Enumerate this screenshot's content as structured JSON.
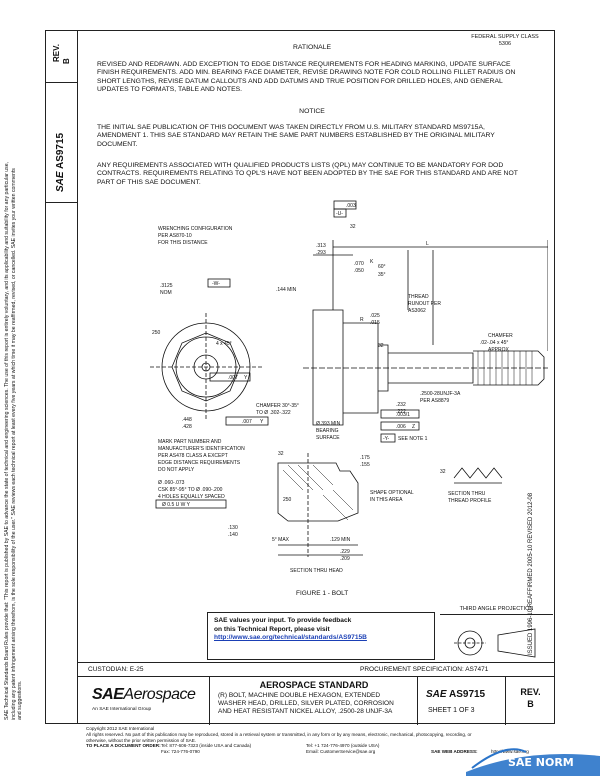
{
  "sidebar": {
    "rev_label": "REV.",
    "rev_value": "B",
    "doc_number": "AS9715",
    "sae_mark": "SAE",
    "legal_text": "SAE Technical Standards Board Rules provide that: \"This report is published by SAE to advance the state of technical and engineering sciences. The use of this report is entirely voluntary, and its applicability and suitability for any particular use, including any patent infringement arising therefrom, is the sole responsibility of the user.\" SAE reviews each technical report at least every five years at which time it may be reaffirmed, revised, or cancelled. SAE invites your written comments and suggestions."
  },
  "stamp": {
    "line1": "FEDERAL SUPPLY CLASS",
    "line2": "5306"
  },
  "rationale": {
    "heading": "RATIONALE",
    "body": "REVISED AND REDRAWN.  ADD EXCEPTION TO EDGE DISTANCE REQUIREMENTS FOR HEADING MARKING, UPDATE SURFACE FINISH REQUIREMENTS.  ADD MIN. BEARING FACE DIAMETER, REVISE DRAWING NOTE FOR COLD ROLLING FILLET RADIUS ON SHORT LENGTHS, REVISE DATUM CALLOUTS AND ADD DATUMS AND TRUE POSITION FOR DRILLED HOLES, AND GENERAL UPDATES TO FORMATS, TABLE AND NOTES."
  },
  "notice": {
    "heading": "NOTICE",
    "para1": "THE INITIAL SAE PUBLICATION OF THIS DOCUMENT WAS TAKEN DIRECTLY FROM U.S. MILITARY STANDARD MS9715A, AMENDMENT 1. THIS SAE STANDARD MAY RETAIN THE SAME PART NUMBERS ESTABLISHED BY THE ORIGINAL MILITARY DOCUMENT.",
    "para2": "ANY REQUIREMENTS ASSOCIATED WITH QUALIFIED PRODUCTS LISTS (QPL) MAY CONTINUE TO BE MANDATORY FOR DOD CONTRACTS. REQUIREMENTS RELATING TO QPL'S HAVE NOT BEEN ADOPTED BY THE SAE FOR THIS STANDARD AND ARE NOT PART OF THIS SAE DOCUMENT."
  },
  "side_notes": {
    "text": "ISSUED 1996-10     REAFFIRMED 2005-10     REVISED 2012-08"
  },
  "drawing": {
    "wrench": "WRENCHING CONFIGURATION",
    "wrench2": "PER AS870-10",
    "wrench3": "FOR THIS DISTANCE",
    "dim_313": ".313",
    "dim_293": ".293",
    "dim_L": "L",
    "dim_003": ".003",
    "datum_U": "-U-",
    "dim_32a": "32",
    "dim_070": ".070",
    "dim_050": ".050",
    "dim_K": "K",
    "dim_60": "60°",
    "dim_35": "35°",
    "thread": "THREAD",
    "thread2": "RUNOUT PER",
    "thread3": "AS3062",
    "dim_3125": ".3125",
    "nom": "NOM",
    "datum_W": "-W-",
    "min144": ".144 MIN",
    "dim_025": ".025",
    "dim_015": ".015",
    "R": "R",
    "chamfer": "CHAMFER",
    "chamfer2": ".02-.04 x 45°",
    "approx": "APPROX",
    "dim_250": "250",
    "deg45": "4 x 45°",
    "fc_007": ".007",
    "fc_Y": "Y",
    "dim_32b": "32",
    "thread_spec": ".2500-28UNJF-3A",
    "thread_spec2": "PER AS8879",
    "chamfer3": "CHAMFER 30°-35°",
    "chamfer4": "TO Ø .302-.322",
    "dim_448": ".448",
    "dim_428": ".428",
    "fc2_007": ".007",
    "fc2_Y": "Y",
    "dim_232": ".232",
    "dim_222": ".222",
    "bearing": "Ø.393 MIN",
    "bearing2": "BEARING",
    "bearing3": "SURFACE",
    "fc3": ".003/1",
    "fc4": ".006",
    "fc4z": "Z",
    "datum_Y": "-Y-",
    "see_note": "SEE NOTE 1",
    "mark1": "MARK PART NUMBER AND",
    "mark2": "MANUFACTURER'S IDENTIFICATION",
    "mark3": "PER AS478 CLASS A EXCEPT",
    "mark4": "EDGE DISTANCE REQUIREMENTS",
    "mark5": "DO NOT APPLY",
    "hole1": "Ø .060-.073",
    "hole2": "CSK 85°-95° TO Ø .090-.200",
    "hole3": "4 HOLES EQUALLY SPACED",
    "hole_fc": "Ø 0.5  U  W  Y",
    "dim_32c": "32",
    "dim_175": ".175",
    "dim_155": ".155",
    "shape1": "SHAPE OPTIONAL",
    "shape2": "IN THIS AREA",
    "section_thru": "SECTION THRU",
    "thread_prof": "THREAD PROFILE",
    "dim_250b": "250",
    "dim_130": ".130",
    "dim_140": ".140",
    "dim_5max": "5° MAX",
    "dim_129min": ".129 MIN",
    "dim_229": ".229",
    "dim_209": ".209",
    "section_head": "SECTION THRU HEAD",
    "figure": "FIGURE 1 - BOLT"
  },
  "feedback": {
    "line1": "SAE values your input. To provide feedback",
    "line2": "on this Technical Report, please visit",
    "url": "http://www.sae.org/technical/standards/AS9715B"
  },
  "third_angle": "THIRD ANGLE PROJECTION",
  "custodian": "CUSTODIAN: E-25",
  "procurement": "PROCUREMENT SPECIFICATION: AS7471",
  "title": {
    "brand_sae": "SAE",
    "brand_aero": "Aerospace",
    "brand_sub": "An SAE International Group",
    "standard": "AEROSPACE STANDARD",
    "desc1": "(R) BOLT, MACHINE DOUBLE HEXAGON, EXTENDED",
    "desc2": "WASHER HEAD, DRILLED, SILVER PLATED, CORROSION",
    "desc3": "AND HEAT  RESISTANT NICKEL ALLOY, .2500-28 UNJF-3A",
    "doc_sae": "SAE",
    "doc_num": "AS9715",
    "sheet": "SHEET 1 OF 3",
    "rev_label": "REV.",
    "rev_value": "B"
  },
  "footer": {
    "copyright": "Copyright 2012 SAE International",
    "rights": "All rights reserved. No part of this publication may be reproduced, stored in a retrieval system or transmitted, in any form or by any means, electronic, mechanical, photocopying, recording, or otherwise, without the prior written permission of SAE.",
    "order": "TO PLACE A DOCUMENT ORDER:",
    "tel1": "Tel: 877-606-7323 (inside USA and Canada)",
    "tel2": "Tel: +1 724-776-4970 (outside USA)",
    "fax": "Fax: 724-776-0790",
    "email": "Email: CustomerService@sae.org",
    "web": "SAE WEB ADDRESS:",
    "web_url": "http://www.sae.org"
  },
  "watermark": {
    "text": "SAE NORM"
  },
  "colors": {
    "link": "#1a3fb5",
    "watermark": "#2a74c9",
    "ink": "#111111"
  }
}
